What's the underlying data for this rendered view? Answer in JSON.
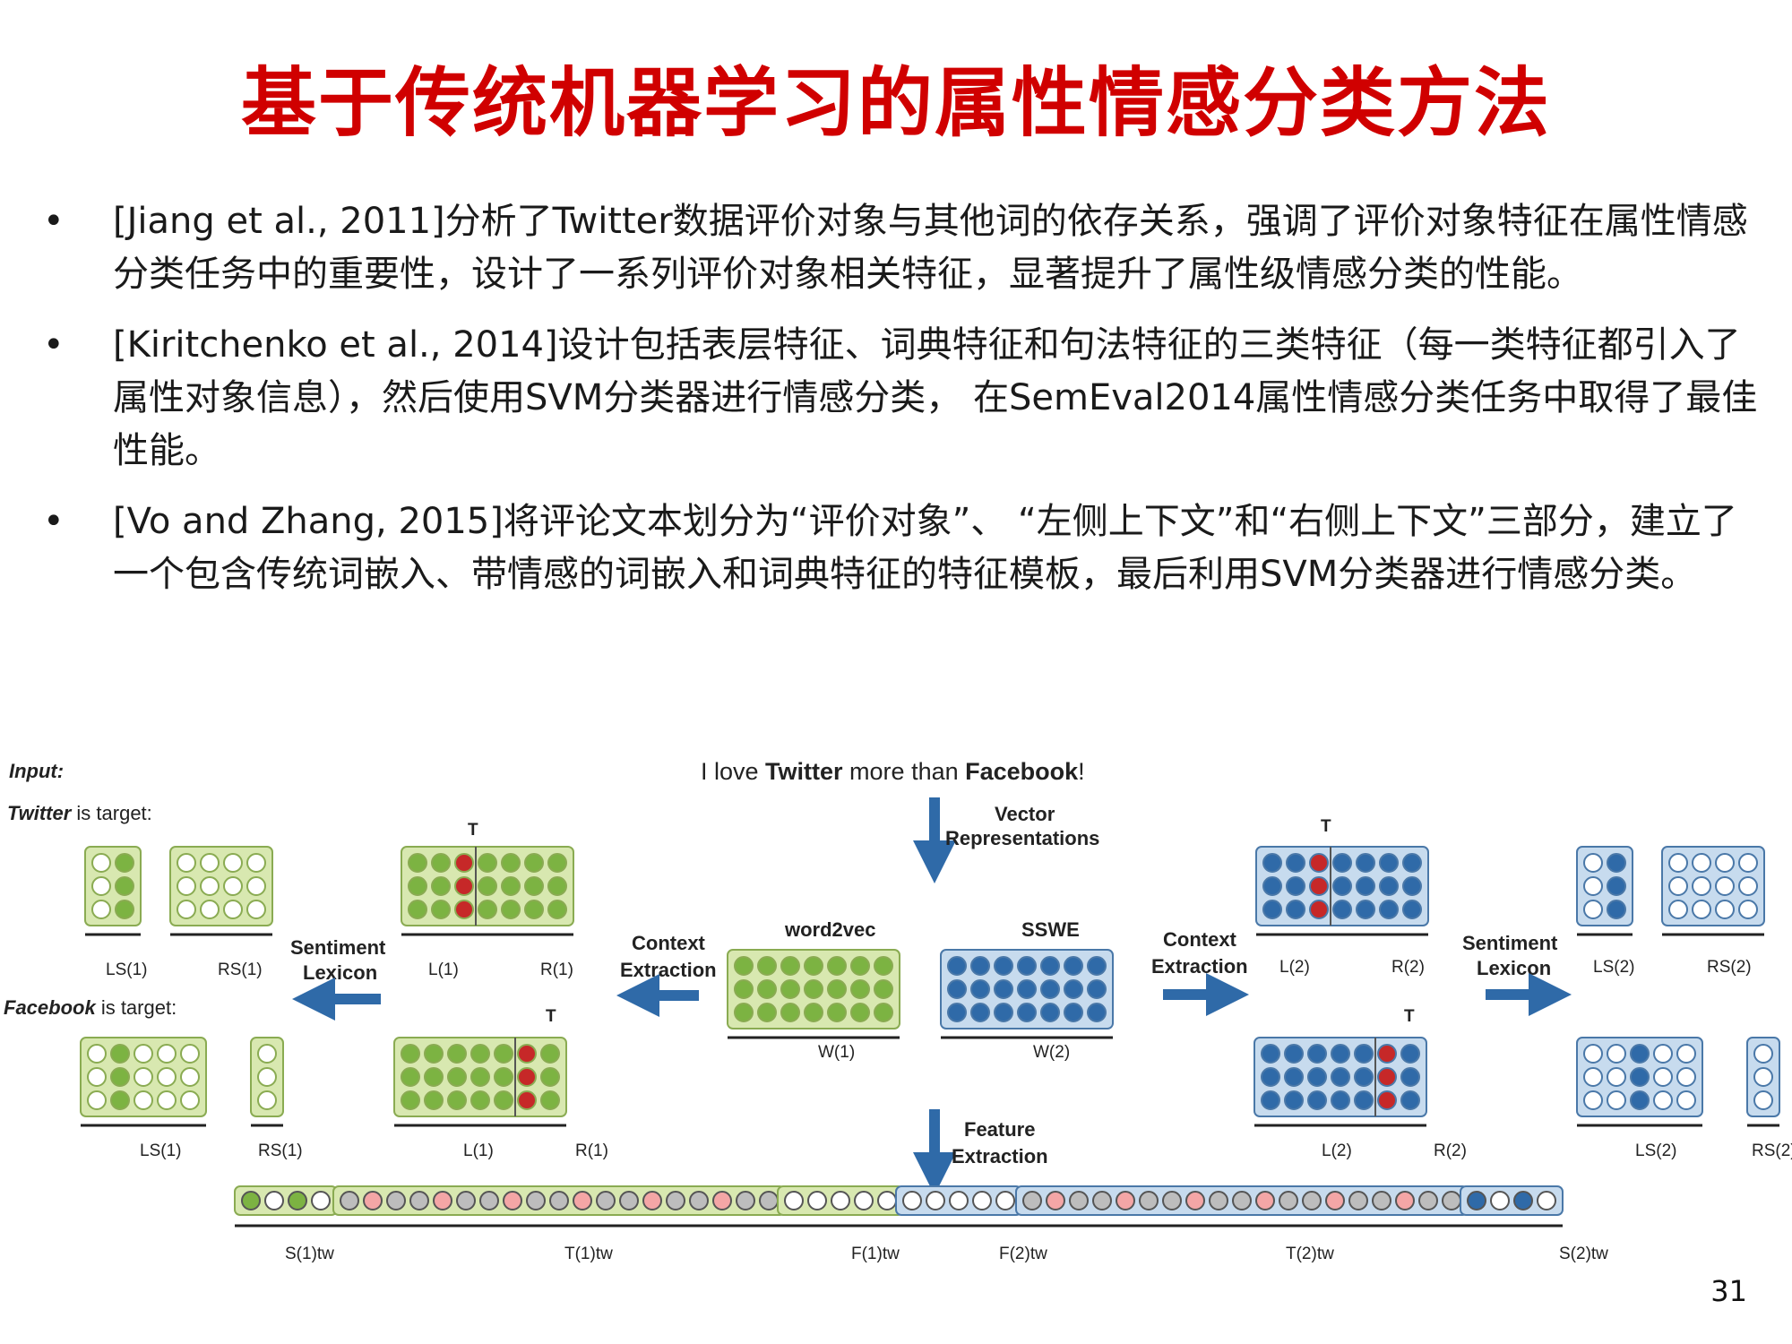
{
  "title": "基于传统机器学习的属性情感分类方法",
  "bullets": [
    "[Jiang et al., 2011]分析了Twitter数据评价对象与其他词的依存关系，强调了评价对象特征在属性情感分类任务中的重要性，设计了一系列评价对象相关特征，显著提升了属性级情感分类的性能。",
    "[Kiritchenko et al., 2014]设计包括表层特征、词典特征和句法特征的三类特征（每一类特征都引入了属性对象信息），然后使用SVM分类器进行情感分类， 在SemEval2014属性情感分类任务中取得了最佳性能。",
    "[Vo and Zhang, 2015]将评论文本划分为“评价对象”、 “左侧上下文”和“右侧上下文”三部分，建立了一个包含传统词嵌入、带情感的词嵌入和词典特征的特征模板，最后利用SVM分类器进行情感分类。"
  ],
  "figure": {
    "input_label": "Input:",
    "twitter_target": [
      "Twitter",
      " is target:"
    ],
    "facebook_target": [
      "Facebook",
      " is target:"
    ],
    "sentence": [
      "I love ",
      "Twitter",
      " more than ",
      "Facebook",
      "!"
    ],
    "vector_repr": [
      "Vector",
      "Representations"
    ],
    "word2vec": "word2vec",
    "sswe": "SSWE",
    "context_extraction": [
      "Context",
      "Extraction"
    ],
    "sentiment_lexicon": [
      "Sentiment",
      "Lexicon"
    ],
    "feature_extraction": [
      "Feature",
      "Extraction"
    ],
    "t_mark": "T",
    "w1": "W(1)",
    "w2": "W(2)",
    "ls1": "LS(1)",
    "rs1": "RS(1)",
    "l1": "L(1)",
    "r1": "R(1)",
    "ls2": "LS(2)",
    "rs2": "RS(2)",
    "l2": "L(2)",
    "r2": "R(2)",
    "stw1": "S(1)tw",
    "ttw1": "T(1)tw",
    "ftw1": "F(1)tw",
    "ftw2": "F(2)tw",
    "ttw2": "T(2)tw",
    "stw2": "S(2)tw",
    "colors": {
      "green": "#7cb342",
      "green_light": "#d8e8b0",
      "blue": "#2f6aa8",
      "blue_light": "#c7dbee",
      "red": "#c62828",
      "pink": "#f4a6a6",
      "gray": "#bdbdbd"
    }
  },
  "page_number": "31"
}
